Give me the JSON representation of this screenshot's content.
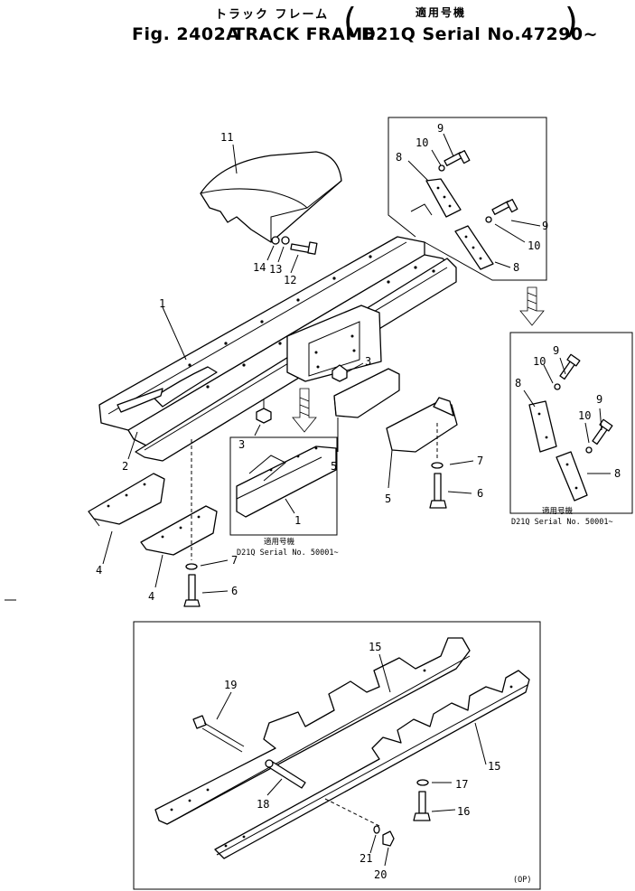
{
  "header": {
    "fig_prefix": "Fig. 2402A",
    "title_en": "TRACK FRAME",
    "title_jp": "トラック フレーム",
    "applicable_jp": "適用号機",
    "serial": "D21Q Serial No.47290~"
  },
  "callouts": {
    "c1": "1",
    "c2": "2",
    "c3a": "3",
    "c3b": "3",
    "c4a": "4",
    "c4b": "4",
    "c5a": "5",
    "c5b": "5",
    "c6a": "6",
    "c6b": "6",
    "c7a": "7",
    "c7b": "7",
    "c8a": "8",
    "c8b": "8",
    "c8c": "8",
    "c8d": "8",
    "c9a": "9",
    "c9b": "9",
    "c9c": "9",
    "c9d": "9",
    "c10a": "10",
    "c10b": "10",
    "c10c": "10",
    "c10d": "10",
    "c11": "11",
    "c12": "12",
    "c13": "13",
    "c14": "14",
    "c15a": "15",
    "c15b": "15",
    "c16": "16",
    "c17": "17",
    "c18": "18",
    "c19": "19",
    "c20": "20",
    "c21": "21",
    "c1inset": "1"
  },
  "insets": {
    "middle_jp": "適用号機",
    "middle_serial": "D21Q Serial No. 50001~",
    "right_jp": "適用号機",
    "right_serial": "D21Q Serial No. 50001~",
    "op_mark": "(OP)"
  }
}
